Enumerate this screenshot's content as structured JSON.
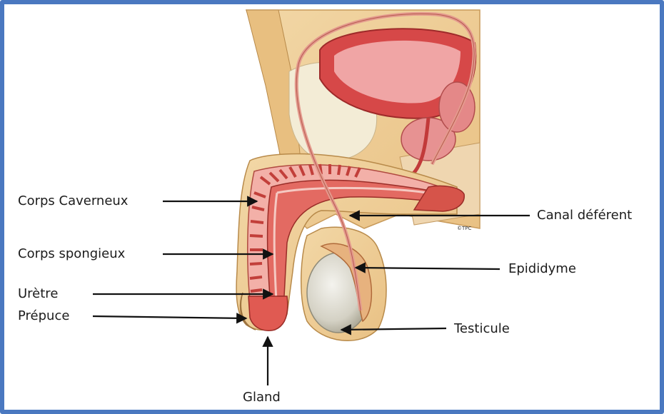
{
  "labels": {
    "corps_caverneux": "Corps Caverneux",
    "corps_spongieux": "Corps spongieux",
    "uretre": "Urètre",
    "prepuce": "Prépuce",
    "gland": "Gland",
    "canal_deferent": "Canal déférent",
    "epididyme": "Epididyme",
    "testicule": "Testicule"
  },
  "watermark": "©TPC",
  "colors": {
    "frame": "#4a78c0",
    "skin": "#f0cf99",
    "tissue_red": "#d94a4a",
    "tissue_pink": "#eba0a0",
    "testis": "#d8d6cc",
    "arrow": "#111111"
  }
}
